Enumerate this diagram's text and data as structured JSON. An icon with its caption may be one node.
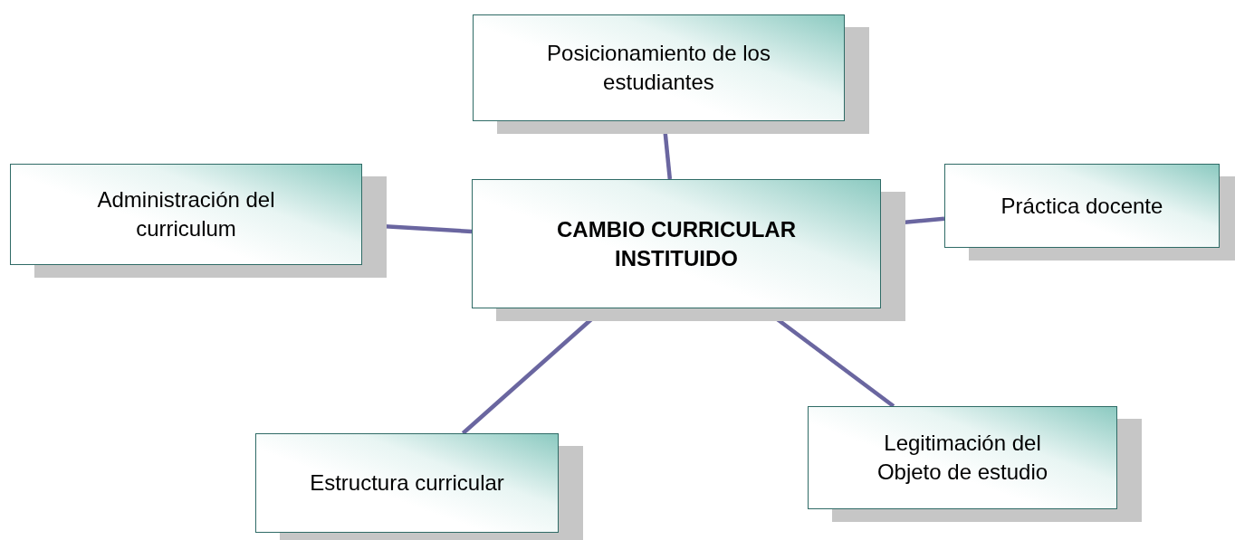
{
  "diagram": {
    "nodes": [
      {
        "text": [
          "CAMBIO CURRICULAR INSTITUIDO"
        ]
      },
      {
        "text": [
          "Posicionamiento de los estudiantes"
        ]
      },
      {
        "text": [
          "Administración del curriculum"
        ]
      },
      {
        "text": [
          "Práctica docente"
        ]
      },
      {
        "text": [
          "Estructura curricular"
        ]
      },
      {
        "text": [
          "Legitimación del Objeto de estudio"
        ]
      }
    ],
    "edges": [
      {
        "from": 0,
        "to": 1,
        "arrow": "none"
      },
      {
        "from": 0,
        "to": 2,
        "arrow": "none"
      },
      {
        "from": 0,
        "to": 3,
        "arrow": "none"
      },
      {
        "from": 0,
        "to": 4,
        "arrow": "none"
      },
      {
        "from": 0,
        "to": 5,
        "arrow": "none"
      }
    ]
  }
}
